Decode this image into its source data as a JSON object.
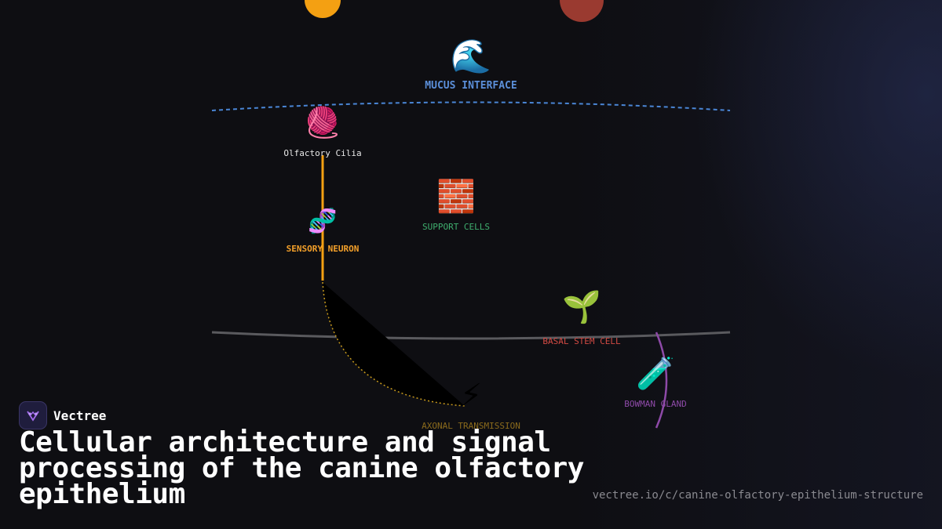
{
  "diagram": {
    "nodes": [
      {
        "id": "mucus",
        "label": "MUCUS INTERFACE",
        "icon": "wave-icon",
        "glyph": "🌊",
        "color": "#5b8fd9"
      },
      {
        "id": "cilia",
        "label": "Olfactory Cilia",
        "icon": "yarn-icon",
        "glyph": "🧶",
        "color": "#e8e8e8"
      },
      {
        "id": "support",
        "label": "SUPPORT CELLS",
        "icon": "brick-icon",
        "glyph": "🧱",
        "color": "#3fae6e"
      },
      {
        "id": "neuron",
        "label": "SENSORY NEURON",
        "icon": "dna-icon",
        "glyph": "🧬",
        "color": "#f4a02a"
      },
      {
        "id": "basal",
        "label": "BASAL STEM CELL",
        "icon": "seedling-icon",
        "glyph": "🌱",
        "color": "#d24a43"
      },
      {
        "id": "bowman",
        "label": "BOWMAN GLAND",
        "icon": "test-tube-icon",
        "glyph": "🧪",
        "color": "#8e4aa8"
      },
      {
        "id": "axon",
        "label": "AXONAL TRANSMISSION",
        "icon": "lightning-icon",
        "glyph": "⚡",
        "color": "#8a6a1c"
      }
    ],
    "colors": {
      "orange": "#f4a012",
      "rust": "#9a3a30",
      "mucus_line": "#4a86d6",
      "basement_line": "#5a5a5e",
      "purple": "#8e4aa8",
      "axon_dots": "#c89a1c"
    }
  },
  "brand": {
    "name": "Vectree",
    "icon": "vectree-logo-icon"
  },
  "title": "Cellular architecture and signal processing of the canine olfactory epithelium",
  "url": "vectree.io/c/canine-olfactory-epithelium-structure"
}
